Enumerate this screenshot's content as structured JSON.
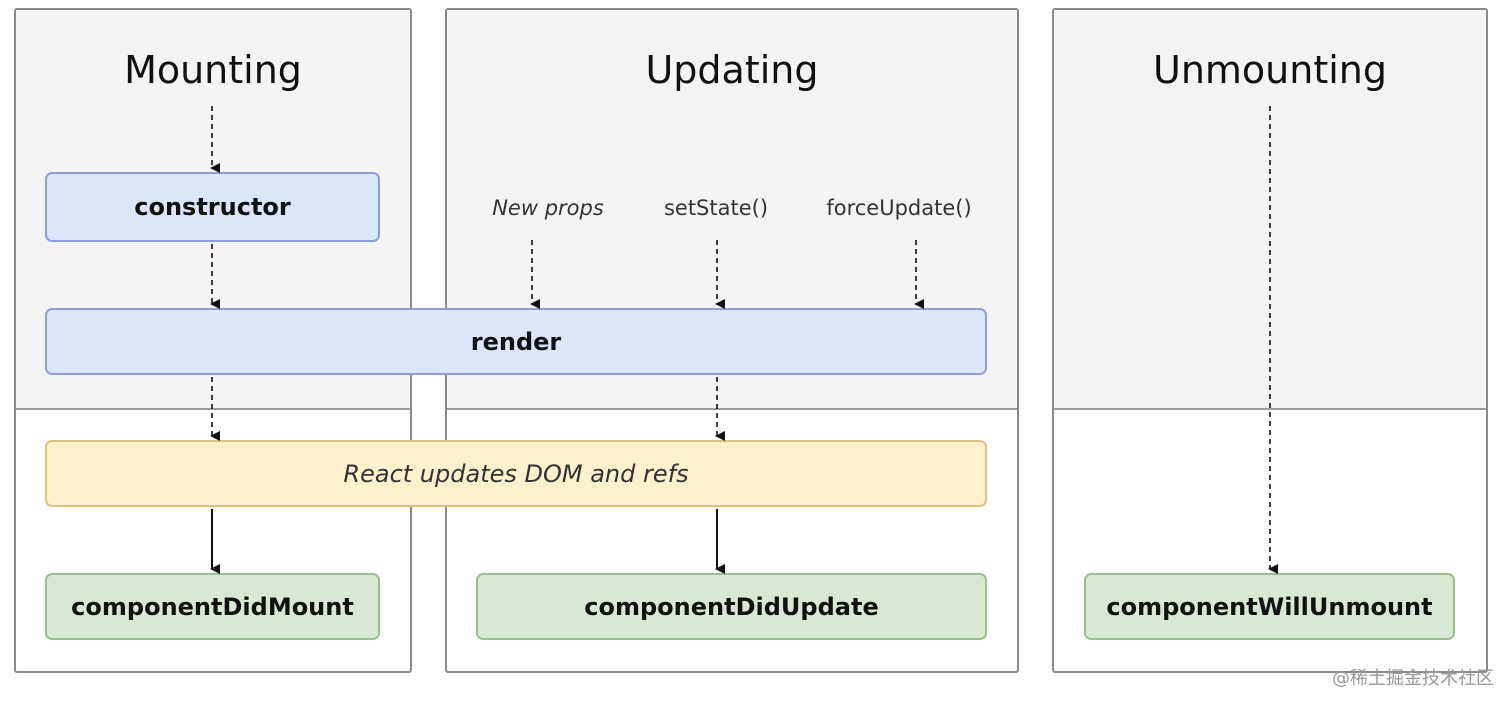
{
  "phases": {
    "mounting": "Mounting",
    "updating": "Updating",
    "unmounting": "Unmounting"
  },
  "methods": {
    "constructor": "constructor",
    "render": "render",
    "dom_update": "React updates DOM and refs",
    "did_mount": "componentDidMount",
    "did_update": "componentDidUpdate",
    "will_unmount": "componentWillUnmount"
  },
  "triggers": {
    "new_props": "New props",
    "set_state": "setState()",
    "force_update": "forceUpdate()"
  },
  "watermark": "@稀土掘金技术社区",
  "colors": {
    "render_phase_bg": "#dce6fb",
    "commit_bg": "#fcf1cd",
    "lifecycle_bg": "#d9e8d4"
  }
}
